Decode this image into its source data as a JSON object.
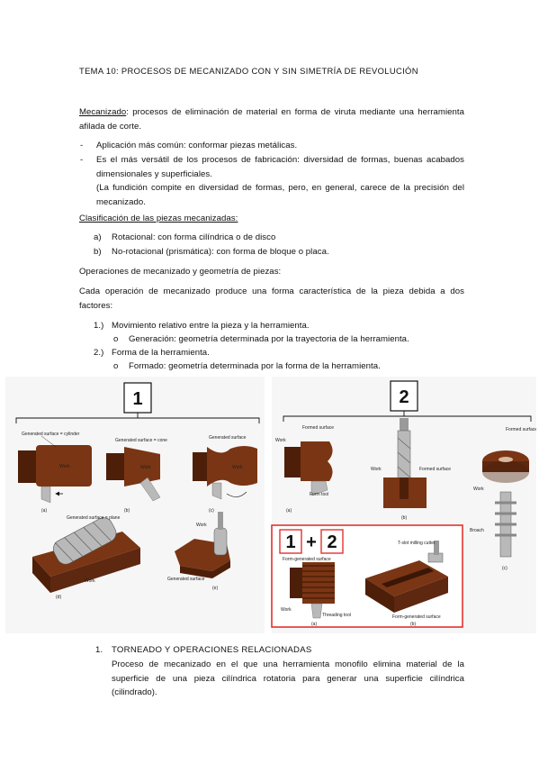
{
  "title": "TEMA 10: PROCESOS DE MECANIZADO CON Y SIN SIMETRÍA DE REVOLUCIÓN",
  "mecanizado": {
    "term": "Mecanizado",
    "definition_l1": ": procesos de eliminación de material en forma de viruta mediante una herramienta",
    "definition_l2": "afilada de corte.",
    "bullets": [
      {
        "marker": "-",
        "lines": [
          "Aplicación más común: conformar piezas metálicas."
        ]
      },
      {
        "marker": "-",
        "lines": [
          "Es el más versátil de los procesos de fabricación: diversidad de formas, buenas acabados",
          "dimensionales y superficiales.",
          "(La fundición compite en diversidad de formas, pero, en general, carece de la precisión del",
          "mecanizado."
        ]
      }
    ]
  },
  "clasificacion": {
    "heading": "Clasificación de las piezas mecanizadas:",
    "items": [
      {
        "marker": "a)",
        "text": "Rotacional: con forma cilíndrica o de disco"
      },
      {
        "marker": "b)",
        "text": "No-rotacional (prismática): con forma de bloque o placa."
      }
    ]
  },
  "operaciones": {
    "heading": "Operaciones de mecanizado y geometría de piezas:",
    "intro_l1": "Cada operación de mecanizado produce una forma característica de la pieza debida a dos",
    "intro_l2": "factores:",
    "factors": [
      {
        "marker": "1.)",
        "text": "Movimiento relativo entre la pieza y la herramienta.",
        "sub_marker": "o",
        "sub": "Generación: geometría determinada por la trayectoria de la herramienta."
      },
      {
        "marker": "2.)",
        "text": "Forma de la herramienta.",
        "sub_marker": "o",
        "sub": "Formado: geometría determinada por la forma de la herramienta."
      }
    ]
  },
  "figure": {
    "box1": "1",
    "box2": "2",
    "box_plus": "+",
    "plus_box1": "1",
    "plus_box2": "2",
    "labels": {
      "gen_cylinder": "Generated surface = cylinder",
      "gen_cone": "Generated surface = cone",
      "gen_surface": "Generated surface",
      "gen_plane": "Generated surface = plane",
      "work": "Work",
      "formed_surface": "Formed surface",
      "form_tool": "Form tool",
      "broach": "Broach",
      "form_generated_surface": "Form-generated surface",
      "threading_tool": "Threading tool",
      "tslot_cutter": "T-slot milling cutter",
      "f": "f",
      "v": "v"
    },
    "sub": [
      "(a)",
      "(b)",
      "(c)",
      "(d)",
      "(e)"
    ]
  },
  "torneado": {
    "marker": "1.",
    "heading": "TORNEADO Y OPERACIONES RELACIONADAS",
    "lines": [
      "Proceso de mecanizado en el que una herramienta monofilo elimina material de la",
      "superficie de una pieza cilíndrica rotatoria para generar una superficie cilíndrica",
      "(cilindrado)."
    ]
  },
  "colors": {
    "work_brown": "#7a3514",
    "work_dark": "#4e1f08",
    "tool_gray": "#b9b9b9",
    "highlight_red": "#e0332d"
  }
}
